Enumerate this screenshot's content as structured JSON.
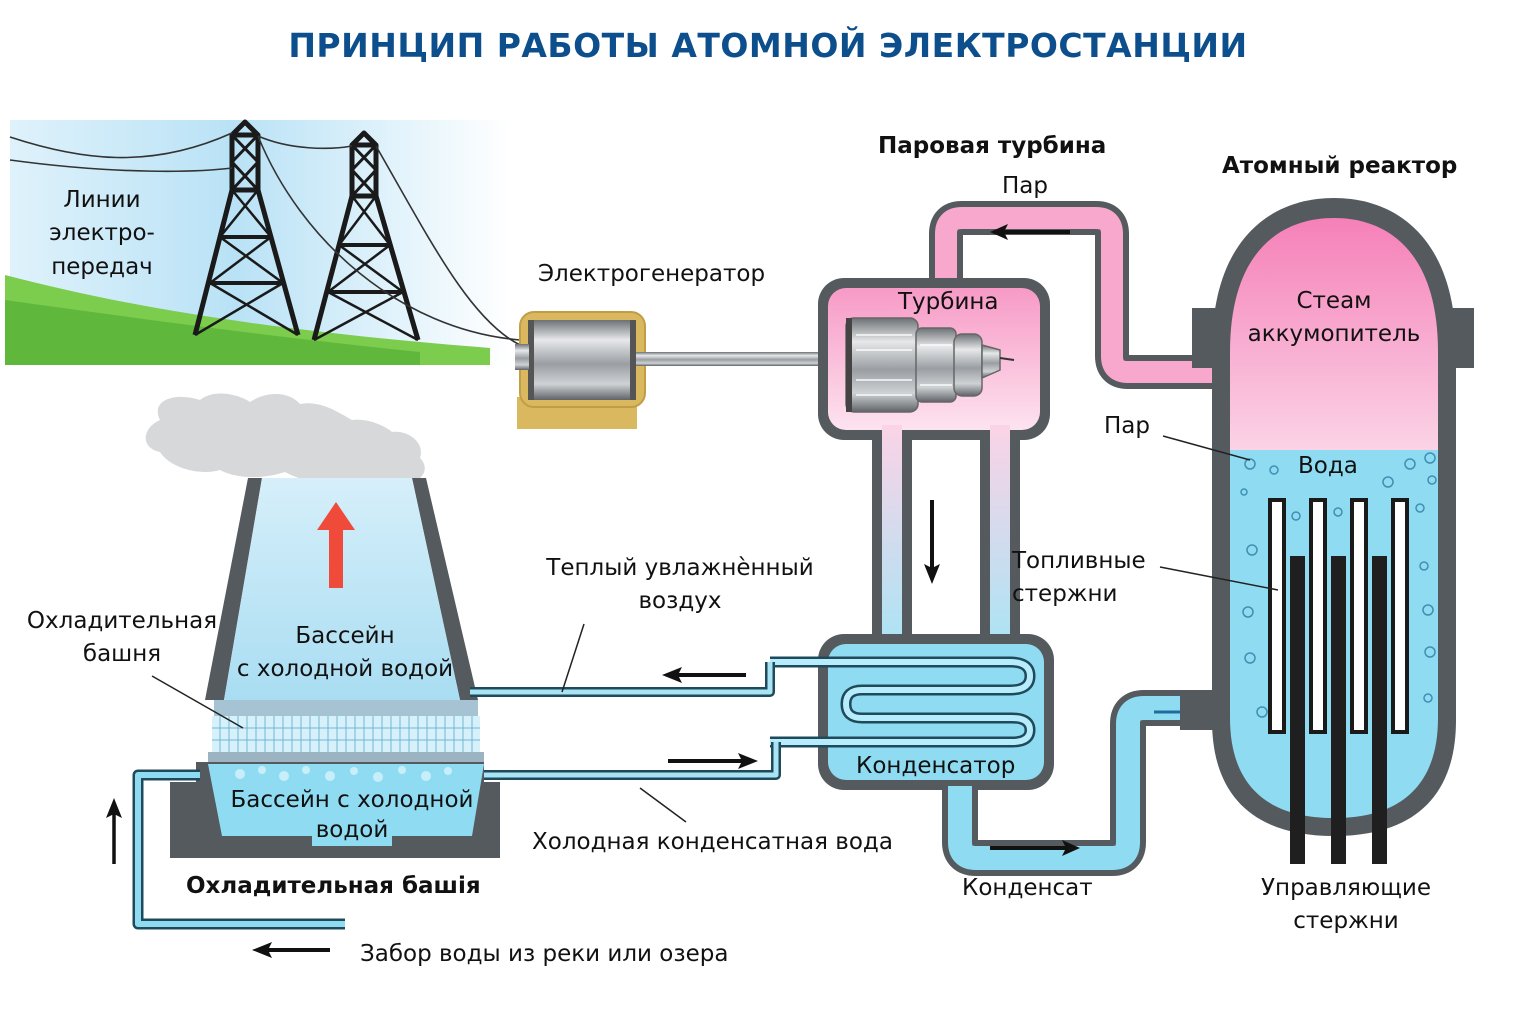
{
  "title": "ПРИНЦИП РАБОТЫ АТОМНОЙ ЭЛЕКТРОСТАНЦИИ",
  "colors": {
    "title": "#0d4f8c",
    "steam_pink": "#f7a8cc",
    "water_blue": "#8fdcf2",
    "casing_gray": "#555a5e",
    "arrow_red": "#ef4a3a",
    "generator_gold": "#d9b860",
    "grass_green": "#6cc043"
  },
  "labels": {
    "power_lines": [
      "Линии",
      "электро-",
      "передач"
    ],
    "generator": "Электрогенератор",
    "steam_turbine_heading": "Паровая турбина",
    "steam_top": "Пар",
    "turbine": "Турбина",
    "reactor_heading": "Атомный реактор",
    "steam_accumulator": [
      "Стеам",
      "аккумопитель"
    ],
    "steam_side": "Пар",
    "water": "Вода",
    "fuel_rods": [
      "Топливные",
      "стержни"
    ],
    "warm_air": [
      "Теплый увлажнѐнный",
      "воздух"
    ],
    "cooling_tower_callout": [
      "Охладительная",
      "башня"
    ],
    "upper_pool": [
      "Бассейн",
      "с холодной водой"
    ],
    "lower_pool": [
      "Бассейн с холодной",
      "водой"
    ],
    "condenser": "Конденсатор",
    "cold_condensate_water": "Холодная конденсатная вода",
    "condensate": "Конденсат",
    "control_rods": [
      "Управляющие",
      "стержни"
    ],
    "cooling_tower_heading": "Охладительная башiя",
    "water_intake": "Забор воды из реки или озера"
  }
}
